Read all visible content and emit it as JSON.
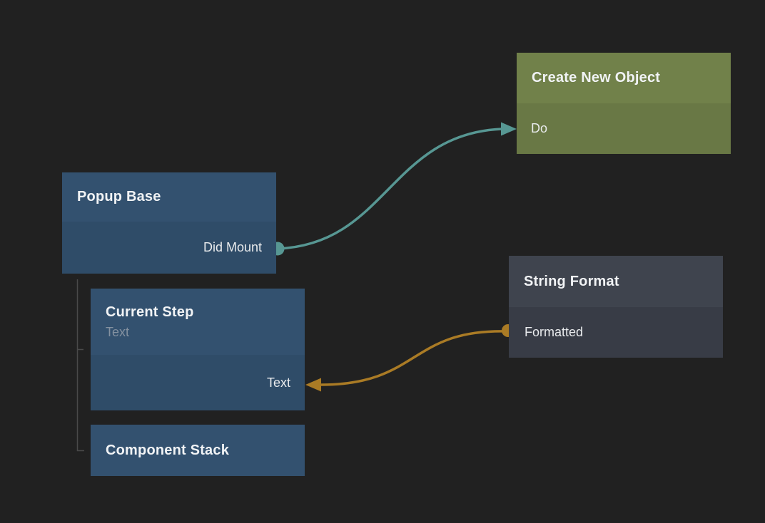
{
  "app": {
    "name": "visual node graph canvas",
    "background_color": "#212121"
  },
  "nodes": {
    "create_new_object": {
      "title": "Create New Object",
      "header_color": "#71814A",
      "body_color": "#697845",
      "inputs": [
        {
          "label": "Do"
        }
      ]
    },
    "popup_base": {
      "title": "Popup Base",
      "header_color": "#33516F",
      "body_color": "#2F4C68",
      "outputs": [
        {
          "label": "Did Mount"
        }
      ]
    },
    "current_step": {
      "title": "Current Step",
      "subtitle": "Text",
      "header_color": "#33516F",
      "body_color": "#2F4C68",
      "inputs": [
        {
          "label": "Text"
        }
      ]
    },
    "component_stack": {
      "title": "Component Stack",
      "header_color": "#33516F"
    },
    "string_format": {
      "title": "String Format",
      "header_color": "#3F444E",
      "body_color": "#383C46",
      "outputs": [
        {
          "label": "Formatted"
        }
      ]
    }
  },
  "connections": [
    {
      "id": "did-mount-to-do",
      "from_node": "Popup Base",
      "from_port": "Did Mount",
      "to_node": "Create New Object",
      "to_port": "Do",
      "color": "#579793"
    },
    {
      "id": "formatted-to-text",
      "from_node": "String Format",
      "from_port": "Formatted",
      "to_node": "Current Step",
      "to_port": "Text",
      "color": "#AA7B25"
    }
  ],
  "hierarchy": {
    "parent": "Popup Base",
    "children": [
      "Current Step",
      "Component Stack"
    ],
    "line_color": "#4A4A4A"
  }
}
